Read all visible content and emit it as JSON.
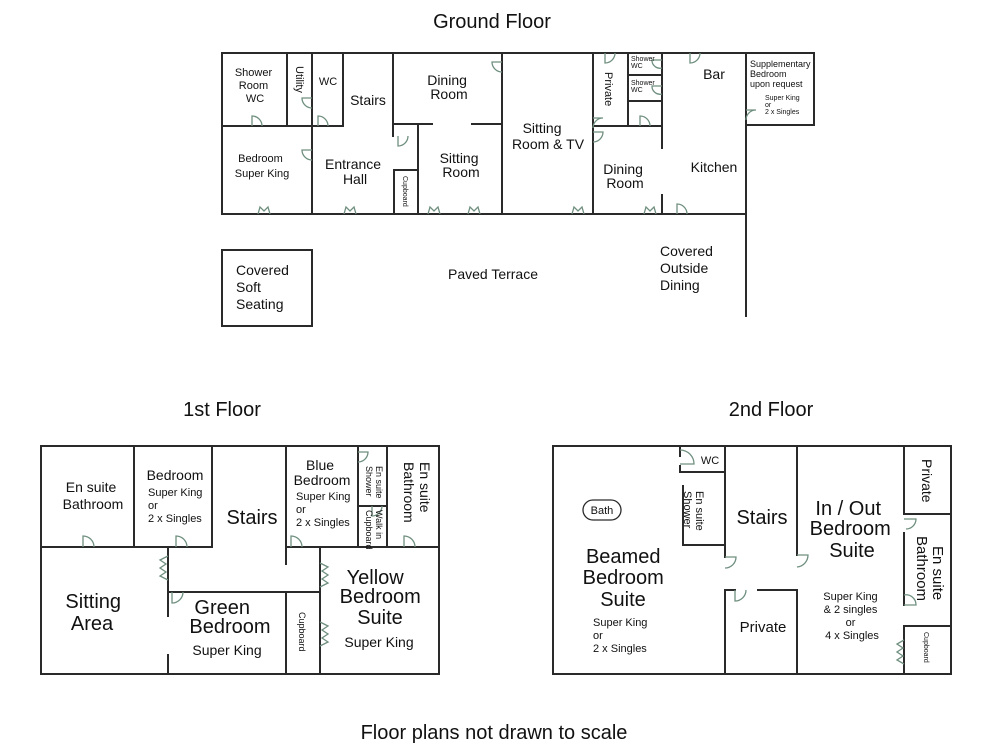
{
  "titles": {
    "ground": "Ground Floor",
    "first": "1st Floor",
    "second": "2nd Floor",
    "footer": "Floor plans not drawn to scale"
  },
  "colors": {
    "walls": "#2a2a2a",
    "doors": "#6f8f7f",
    "background": "#ffffff",
    "text": "#111111"
  },
  "ground_floor": {
    "shower_room_wc": [
      "Shower",
      "Room",
      "WC"
    ],
    "utility": "Utility",
    "wc": "WC",
    "stairs": "Stairs",
    "dining_room_1": [
      "Dining",
      "Room"
    ],
    "sitting_room_tv": [
      "Sitting",
      "Room & TV"
    ],
    "private": "Private",
    "shower_wc_1": [
      "Shower",
      "WC"
    ],
    "shower_wc_2": [
      "Shower",
      "WC"
    ],
    "bar": "Bar",
    "supplementary": [
      "Supplementary",
      "Bedroom",
      "upon request"
    ],
    "supplementary_beds": [
      "Super King",
      "or",
      "2 x Singles"
    ],
    "bedroom": [
      "Bedroom",
      "Super King"
    ],
    "entrance_hall": [
      "Entrance",
      "Hall"
    ],
    "cupboard": "Cupboard",
    "sitting_room": [
      "Sitting",
      "Room"
    ],
    "dining_room_2": [
      "Dining",
      "Room"
    ],
    "kitchen": "Kitchen",
    "covered_soft_seating": [
      "Covered",
      "Soft",
      "Seating"
    ],
    "paved_terrace": "Paved Terrace",
    "covered_outside_dining": [
      "Covered",
      "Outside",
      "Dining"
    ]
  },
  "first_floor": {
    "en_suite_bathroom_1": [
      "En suite",
      "Bathroom"
    ],
    "bedroom": "Bedroom",
    "bedroom_beds": [
      "Super King",
      "or",
      "2 x Singles"
    ],
    "stairs": "Stairs",
    "blue_bedroom": [
      "Blue",
      "Bedroom"
    ],
    "blue_beds": [
      "Super King",
      "or",
      "2 x Singles"
    ],
    "en_suite_shower": [
      "En suite",
      "Shower"
    ],
    "walk_in_cupboard": [
      "Walk in",
      "Cupboard"
    ],
    "en_suite_bathroom_2": [
      "En suite",
      "Bathroom"
    ],
    "sitting_area": [
      "Sitting",
      "Area"
    ],
    "green_bedroom": [
      "Green",
      "Bedroom"
    ],
    "green_beds": "Super King",
    "cupboard": "Cupboard",
    "yellow_suite": [
      "Yellow",
      "Bedroom",
      "Suite"
    ],
    "yellow_beds": "Super King"
  },
  "second_floor": {
    "bath": "Bath",
    "wc": "WC",
    "en_suite_shower": [
      "En suite",
      "Shower"
    ],
    "beamed_suite": [
      "Beamed",
      "Bedroom",
      "Suite"
    ],
    "beamed_beds": [
      "Super King",
      "or",
      "2 x Singles"
    ],
    "stairs": "Stairs",
    "private_1": "Private",
    "in_out_suite": [
      "In / Out",
      "Bedroom",
      "Suite"
    ],
    "in_out_beds": [
      "Super King",
      "& 2 singles",
      "or",
      "4 x Singles"
    ],
    "private_2": "Private",
    "en_suite_bathroom": [
      "En suite",
      "Bathroom"
    ],
    "cupboard": "Cupboard"
  }
}
